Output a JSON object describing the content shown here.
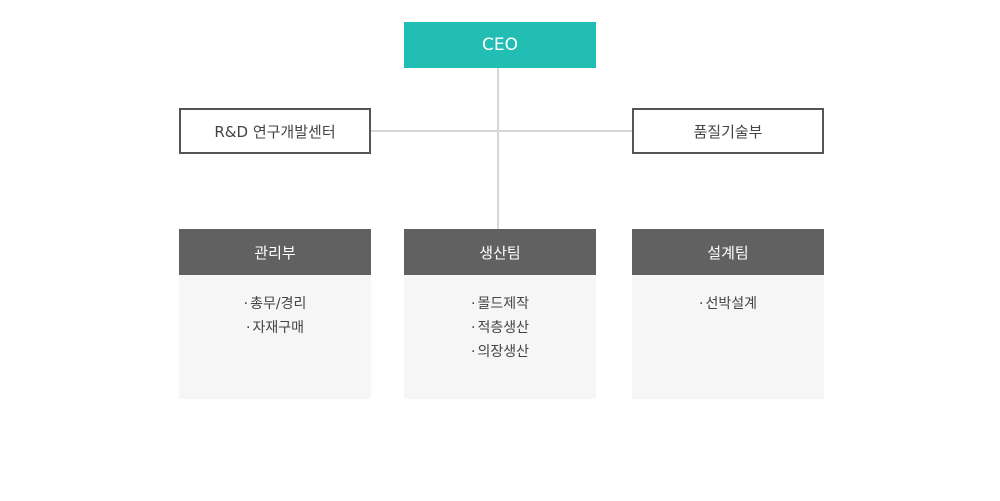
{
  "colors": {
    "ceo_fill": "#22bdb3",
    "department_header": "#616161",
    "department_body": "#f6f6f6",
    "connector": "#d7d7d7",
    "outline_box_border": "#555555"
  },
  "ceo": {
    "label": "CEO"
  },
  "staff": [
    {
      "label": "R&D 연구개발센터"
    },
    {
      "label": "품질기술부"
    }
  ],
  "departments": [
    {
      "title": "관리부",
      "items": [
        "총무/경리",
        "자재구매"
      ]
    },
    {
      "title": "생산팀",
      "items": [
        "몰드제작",
        "적층생산",
        "의장생산"
      ]
    },
    {
      "title": "설계팀",
      "items": [
        "선박설계"
      ]
    }
  ]
}
